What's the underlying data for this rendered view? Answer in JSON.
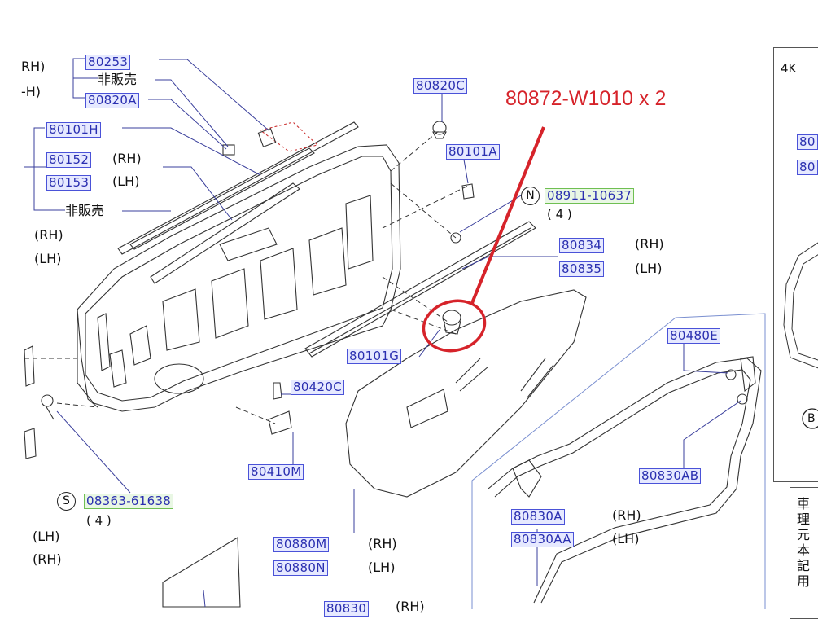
{
  "callout": {
    "text": "80872-W1010 x 2",
    "color": "#d6232a"
  },
  "parts": {
    "p80253": "80253",
    "p80820A": "80820A",
    "p80101H": "80101H",
    "p80152": "80152",
    "p80153": "80153",
    "p80820C": "80820C",
    "p80101A": "80101A",
    "p08911": "08911-10637",
    "p80834": "80834",
    "p80835": "80835",
    "p80101G": "80101G",
    "p80480E": "80480E",
    "p80420C": "80420C",
    "p80410M": "80410M",
    "p80830AB": "80830AB",
    "p08363": "08363-61638",
    "p80830A": "80830A",
    "p80830AA": "80830AA",
    "p80880M": "80880M",
    "p80880N": "80880N",
    "p80830": "80830"
  },
  "labels": {
    "rh_top": "RH)",
    "lh_top": "-H)",
    "hihanbai1": "非販売",
    "hihanbai2": "非販売",
    "rh": "(RH)",
    "lh": "(LH)",
    "rh2": "(RH)",
    "lh2": "(LH)",
    "rh_80152": "(RH)",
    "lh_80153": "(LH)",
    "rh_80834": "(RH)",
    "lh_80835": "(LH)",
    "rh_80830A": "(RH)",
    "lh_80830AA": "(LH)",
    "rh_80880M": "(RH)",
    "lh_80880N": "(LH)",
    "lh_bottom": "(LH)",
    "rh_bottom": "(RH)",
    "rh_80830": "(RH)",
    "qty_4a": "( 4 )",
    "qty_4b": "( 4 )",
    "n_mark": "N",
    "s_mark": "S",
    "b_mark": "B",
    "panel_4k": "4K",
    "panel_80_1": "80",
    "panel_80_2": "80"
  },
  "note_lines": [
    "車",
    "理",
    "元",
    "本",
    "記",
    "用"
  ]
}
